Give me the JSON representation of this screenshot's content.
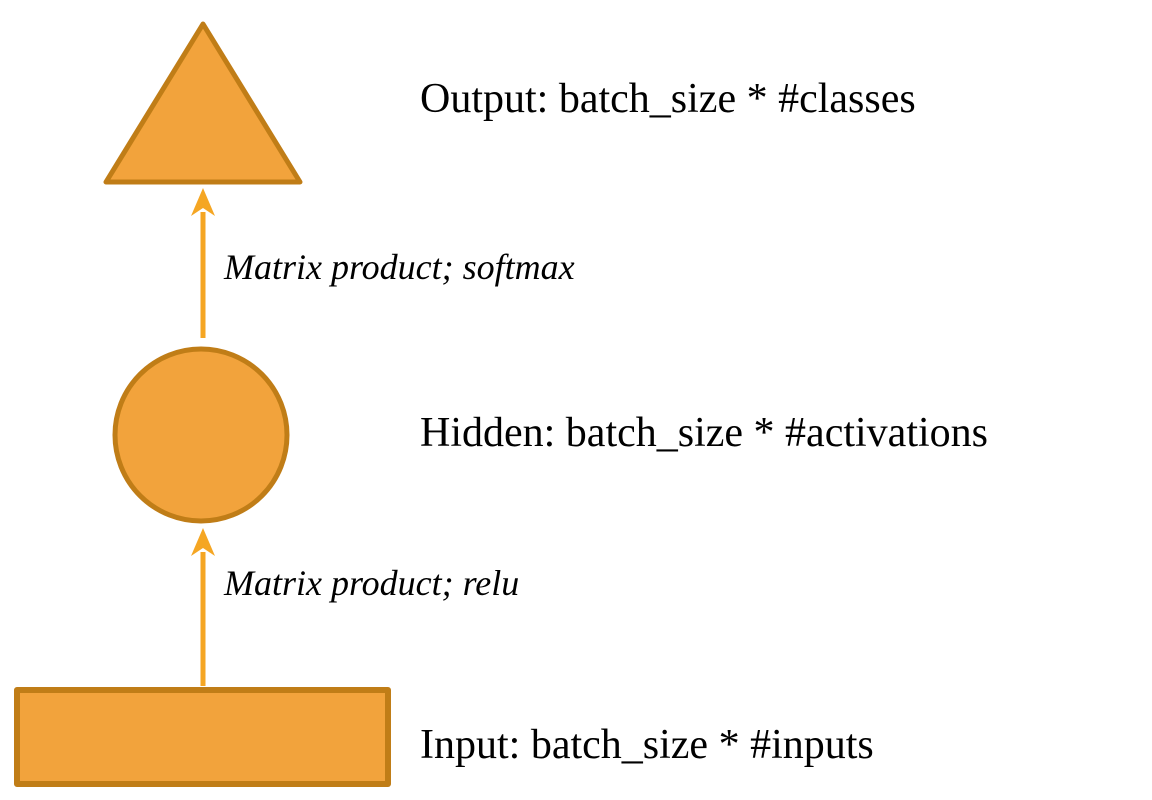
{
  "diagram": {
    "nodes": {
      "output_label": "Output: batch_size * #classes",
      "hidden_label": "Hidden: batch_size * #activations",
      "input_label": "Input: batch_size * #inputs"
    },
    "edges": {
      "softmax_edge_label": "Matrix product; softmax",
      "relu_edge_label": "Matrix product; relu"
    }
  },
  "colors": {
    "shape-fill": "#F2A33C",
    "shape-stroke": "#C07D17",
    "arrow": "#F5A623",
    "text": "#000000",
    "background": "#FFFFFF"
  }
}
